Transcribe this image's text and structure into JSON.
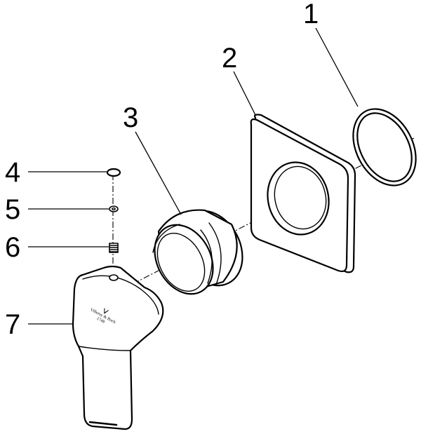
{
  "callouts": [
    {
      "id": "1",
      "label": "1",
      "part": "o-ring"
    },
    {
      "id": "2",
      "label": "2",
      "part": "square-cover-plate"
    },
    {
      "id": "3",
      "label": "3",
      "part": "sleeve"
    },
    {
      "id": "4",
      "label": "4",
      "part": "cap"
    },
    {
      "id": "5",
      "label": "5",
      "part": "washer"
    },
    {
      "id": "6",
      "label": "6",
      "part": "set-screw"
    },
    {
      "id": "7",
      "label": "7",
      "part": "lever-handle"
    }
  ],
  "logo": {
    "line1": "Villeroy & Boch",
    "line2": "1748"
  },
  "colors": {
    "line": "#000000",
    "background": "#ffffff"
  }
}
